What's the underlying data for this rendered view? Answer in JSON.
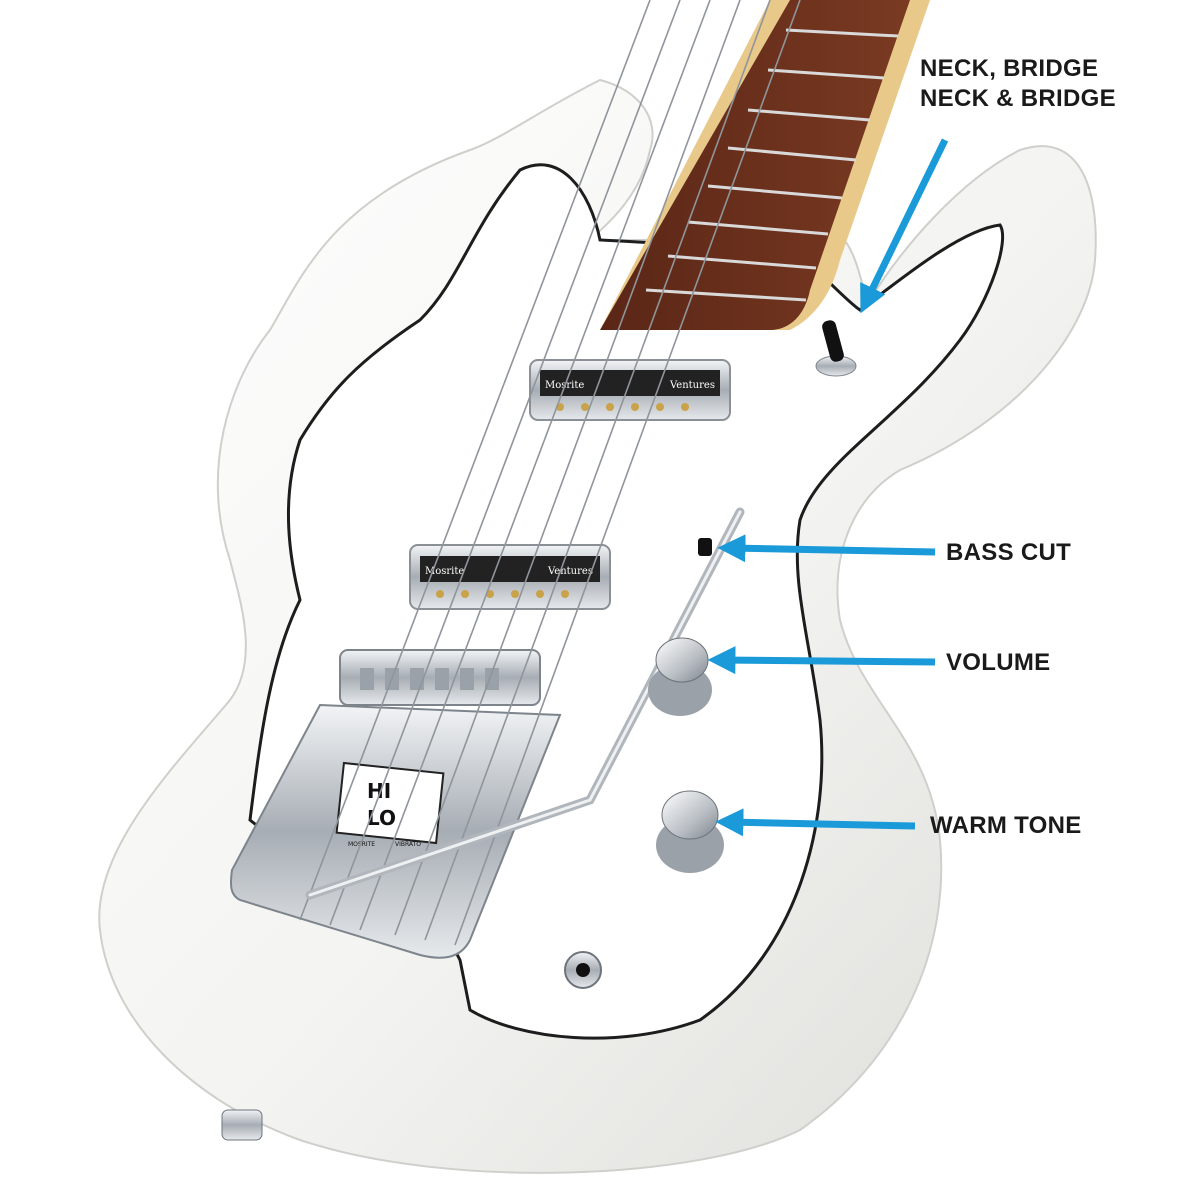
{
  "callouts": {
    "pickup_switch": {
      "line1": "NECK, BRIDGE",
      "line2": "NECK & BRIDGE"
    },
    "bass_cut": "BASS CUT",
    "volume": "VOLUME",
    "warm_tone": "WARM TONE"
  },
  "pickup_labels": {
    "neck": {
      "left": "Mosrite",
      "right": "Ventures"
    },
    "bridge": {
      "left": "Mosrite",
      "right": "Ventures"
    }
  },
  "tailpiece_badge": {
    "top": "HI",
    "bottom": "LO",
    "side_left": "MOSRITE",
    "side_bottom": "VIBRATO"
  },
  "colors": {
    "arrow": "#1a9ad9",
    "body": "#f4f4f2",
    "fretboard": "#6b2f1c",
    "neck_maple": "#e8c98a",
    "chrome": "#c9cdd2",
    "label_text": "#1a1a1a"
  }
}
